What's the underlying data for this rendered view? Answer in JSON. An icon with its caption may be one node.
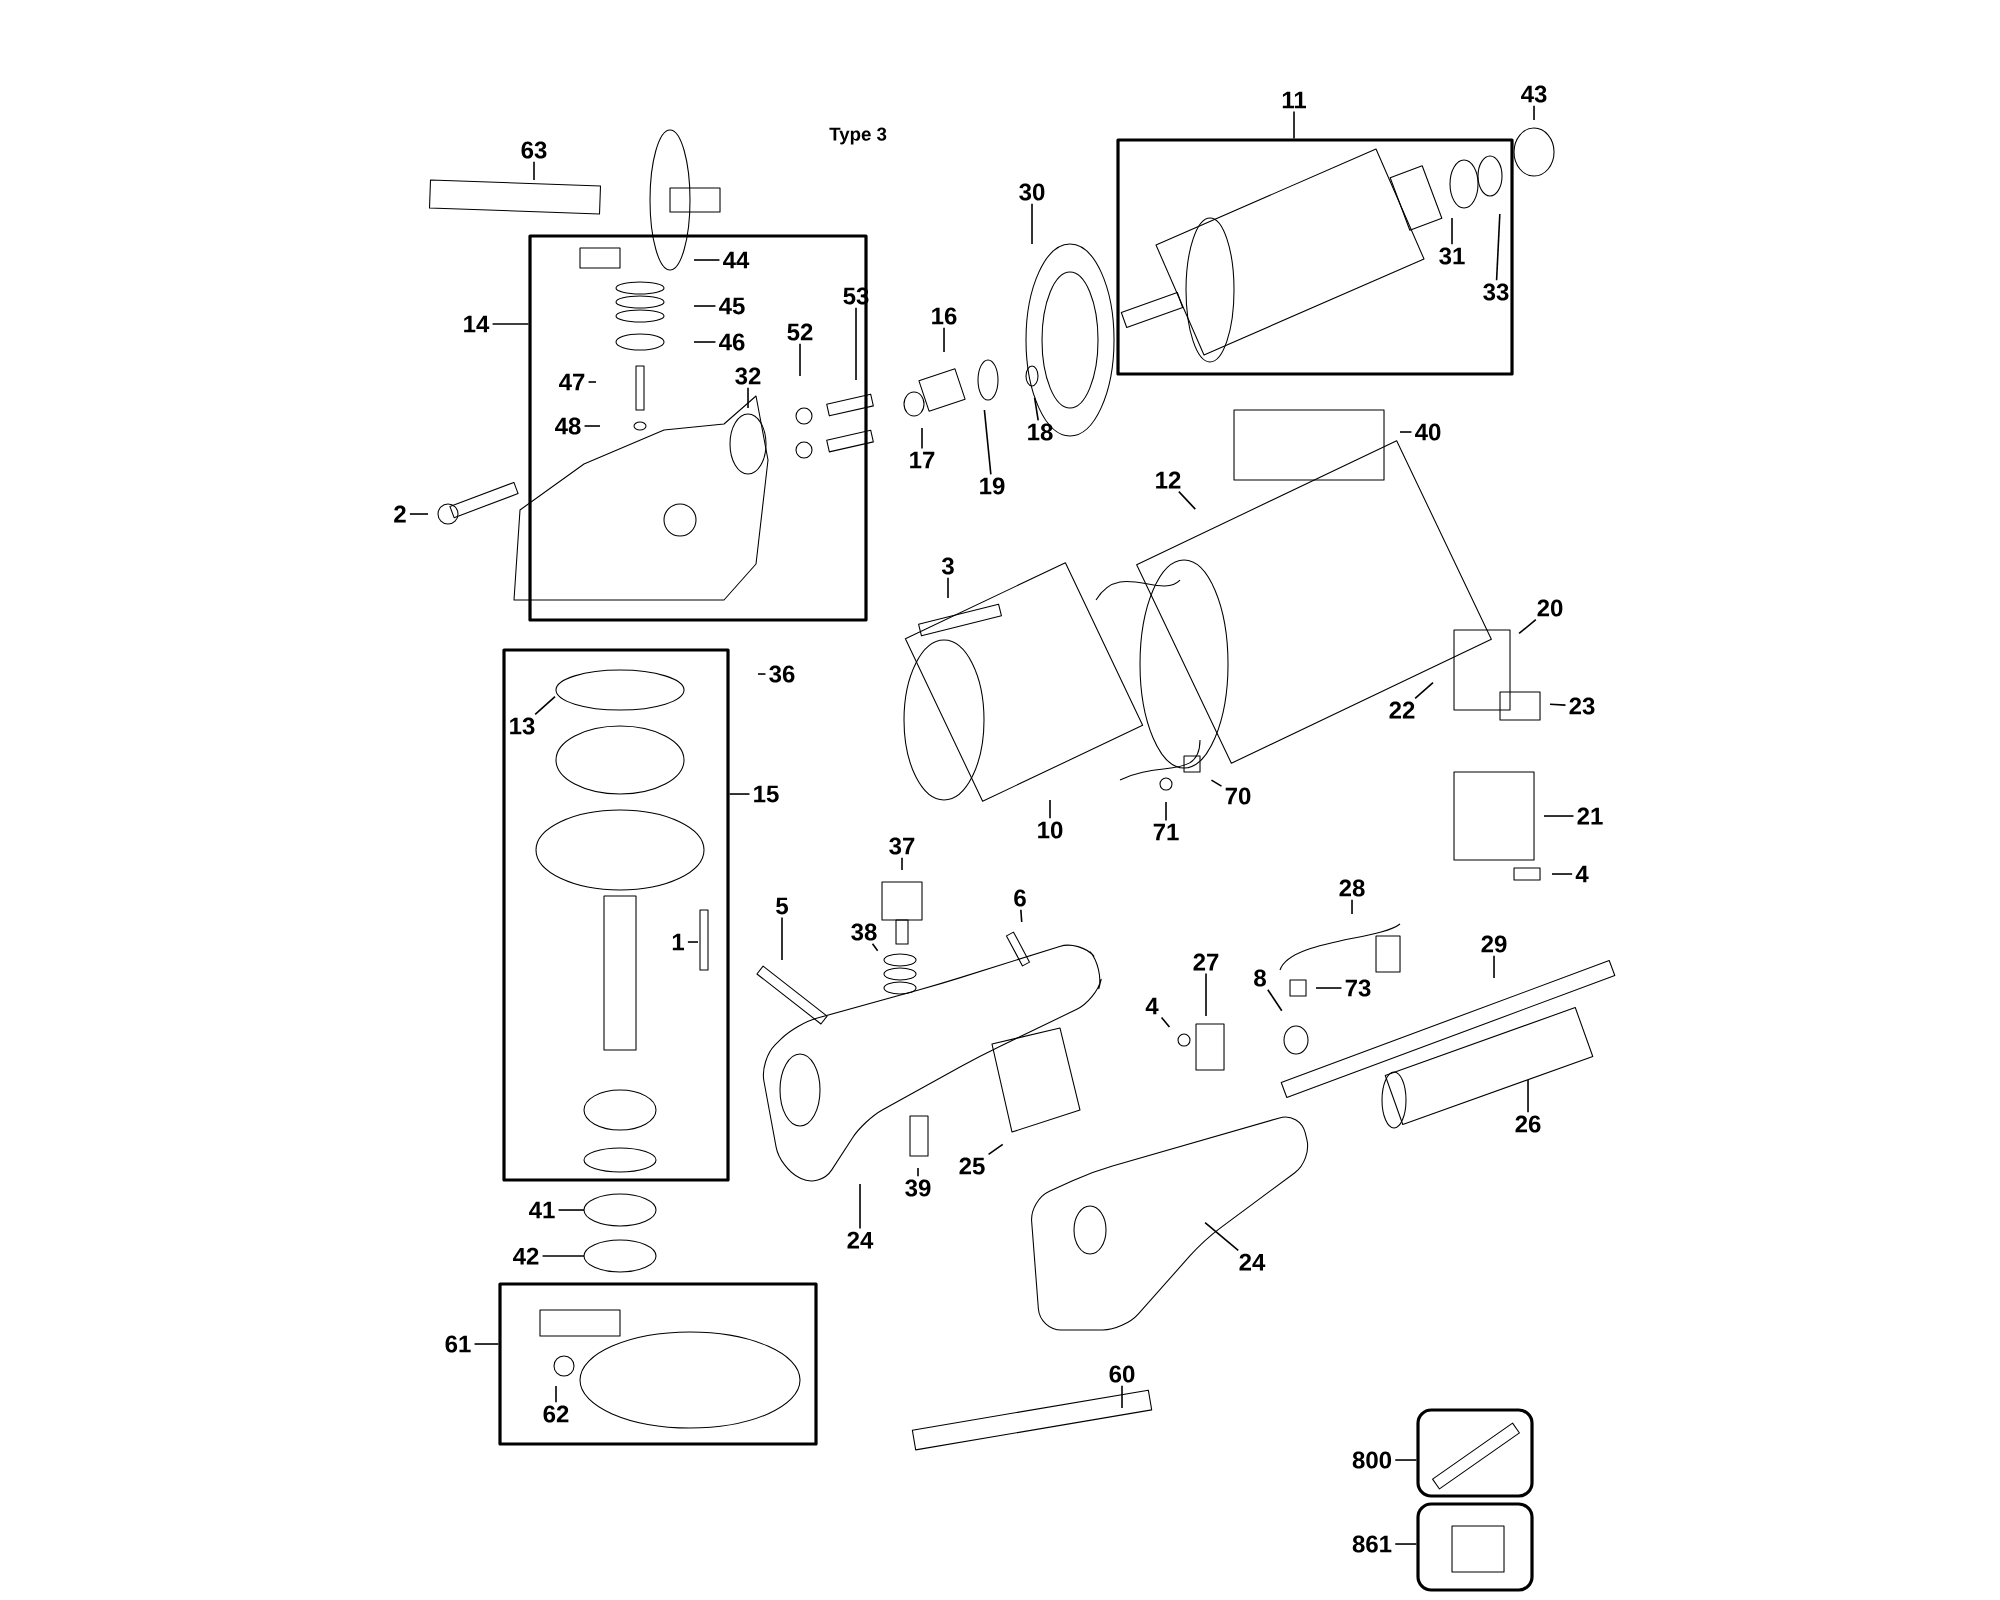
{
  "diagram": {
    "nodes": [
      {
        "text": [
          "63"
        ]
      },
      {
        "text": [
          "11"
        ]
      },
      {
        "text": [
          "43"
        ]
      },
      {
        "text": [],
        "shape": "box"
      },
      {
        "text": [
          "31"
        ],
        "in": 3
      },
      {
        "text": [
          "33"
        ],
        "in": 3
      },
      {
        "text": [],
        "shape": "box"
      },
      {
        "text": [
          "44"
        ],
        "in": 6
      },
      {
        "text": [
          "45"
        ],
        "in": 6
      },
      {
        "text": [
          "46"
        ],
        "in": 6
      },
      {
        "text": [
          "53"
        ],
        "in": 6
      },
      {
        "text": [
          "52"
        ],
        "in": 6
      },
      {
        "text": [
          "32"
        ],
        "in": 6
      },
      {
        "text": [
          "47"
        ],
        "in": 6
      },
      {
        "text": [
          "48"
        ],
        "in": 6
      },
      {
        "text": [
          "30"
        ]
      },
      {
        "text": [
          "14"
        ]
      },
      {
        "text": [
          "16"
        ]
      },
      {
        "text": [
          "18"
        ]
      },
      {
        "text": [
          "17"
        ]
      },
      {
        "text": [
          "19"
        ]
      },
      {
        "text": [
          "40"
        ]
      },
      {
        "text": [
          "12"
        ]
      },
      {
        "text": [
          "2"
        ]
      },
      {
        "text": [
          "3"
        ]
      },
      {
        "text": [
          "20"
        ]
      },
      {
        "text": [],
        "shape": "box"
      },
      {
        "text": [
          "13"
        ],
        "in": 26
      },
      {
        "text": [
          "1"
        ],
        "in": 26
      },
      {
        "text": [
          "36"
        ]
      },
      {
        "text": [
          "22"
        ]
      },
      {
        "text": [
          "23"
        ]
      },
      {
        "text": [
          "15"
        ]
      },
      {
        "text": [
          "21"
        ]
      },
      {
        "text": [
          "71"
        ]
      },
      {
        "text": [
          "70"
        ]
      },
      {
        "text": [
          "10"
        ]
      },
      {
        "text": [
          "4"
        ]
      },
      {
        "text": [
          "37"
        ]
      },
      {
        "text": [
          "6"
        ]
      },
      {
        "text": [
          "5"
        ]
      },
      {
        "text": [
          "28"
        ]
      },
      {
        "text": [
          "38"
        ]
      },
      {
        "text": [
          "29"
        ]
      },
      {
        "text": [
          "27"
        ]
      },
      {
        "text": [
          "4"
        ]
      },
      {
        "text": [
          "8"
        ]
      },
      {
        "text": [
          "73"
        ]
      },
      {
        "text": [
          "25"
        ]
      },
      {
        "text": [
          "39"
        ]
      },
      {
        "text": [
          "24"
        ]
      },
      {
        "text": [
          "26"
        ]
      },
      {
        "text": [
          "41"
        ]
      },
      {
        "text": [
          "24"
        ]
      },
      {
        "text": [
          "42"
        ]
      },
      {
        "text": [],
        "shape": "box"
      },
      {
        "text": [
          "61"
        ]
      },
      {
        "text": [
          "62"
        ],
        "in": 55
      },
      {
        "text": [
          "60"
        ]
      },
      {
        "text": [],
        "shape": "box"
      },
      {
        "text": [
          "800"
        ]
      },
      {
        "text": [],
        "shape": "box"
      },
      {
        "text": [
          "861"
        ]
      }
    ],
    "edges": [
      {
        "from": 0,
        "to": null,
        "arrow": "none"
      },
      {
        "from": 1,
        "to": 3,
        "arrow": "none"
      },
      {
        "from": 2,
        "to": null,
        "arrow": "none"
      },
      {
        "from": 4,
        "to": null,
        "arrow": "none"
      },
      {
        "from": 5,
        "to": null,
        "arrow": "none"
      },
      {
        "from": 7,
        "to": null,
        "arrow": "none"
      },
      {
        "from": 8,
        "to": null,
        "arrow": "none"
      },
      {
        "from": 9,
        "to": null,
        "arrow": "none"
      },
      {
        "from": 10,
        "to": null,
        "arrow": "none"
      },
      {
        "from": 11,
        "to": null,
        "arrow": "none"
      },
      {
        "from": 12,
        "to": null,
        "arrow": "none"
      },
      {
        "from": 13,
        "to": null,
        "arrow": "none"
      },
      {
        "from": 14,
        "to": null,
        "arrow": "none"
      },
      {
        "from": 15,
        "to": null,
        "arrow": "none"
      },
      {
        "from": 16,
        "to": 6,
        "arrow": "none"
      },
      {
        "from": 17,
        "to": null,
        "arrow": "none"
      },
      {
        "from": 18,
        "to": null,
        "arrow": "none"
      },
      {
        "from": 19,
        "to": null,
        "arrow": "none"
      },
      {
        "from": 20,
        "to": null,
        "arrow": "none"
      },
      {
        "from": 21,
        "to": null,
        "arrow": "none"
      },
      {
        "from": 22,
        "to": null,
        "arrow": "none"
      },
      {
        "from": 23,
        "to": null,
        "arrow": "none"
      },
      {
        "from": 24,
        "to": null,
        "arrow": "none"
      },
      {
        "from": 25,
        "to": null,
        "arrow": "none"
      },
      {
        "from": 27,
        "to": null,
        "arrow": "none"
      },
      {
        "from": 28,
        "to": null,
        "arrow": "none"
      },
      {
        "from": 29,
        "to": null,
        "arrow": "none"
      },
      {
        "from": 30,
        "to": null,
        "arrow": "none"
      },
      {
        "from": 31,
        "to": null,
        "arrow": "none"
      },
      {
        "from": 32,
        "to": 26,
        "arrow": "none"
      },
      {
        "from": 33,
        "to": null,
        "arrow": "none"
      },
      {
        "from": 34,
        "to": null,
        "arrow": "none"
      },
      {
        "from": 35,
        "to": null,
        "arrow": "none"
      },
      {
        "from": 36,
        "to": null,
        "arrow": "none"
      },
      {
        "from": 37,
        "to": null,
        "arrow": "none"
      },
      {
        "from": 38,
        "to": null,
        "arrow": "none"
      },
      {
        "from": 39,
        "to": null,
        "arrow": "none"
      },
      {
        "from": 40,
        "to": null,
        "arrow": "none"
      },
      {
        "from": 41,
        "to": null,
        "arrow": "none"
      },
      {
        "from": 42,
        "to": null,
        "arrow": "none"
      },
      {
        "from": 43,
        "to": null,
        "arrow": "none"
      },
      {
        "from": 44,
        "to": null,
        "arrow": "none"
      },
      {
        "from": 45,
        "to": null,
        "arrow": "none"
      },
      {
        "from": 46,
        "to": null,
        "arrow": "none"
      },
      {
        "from": 47,
        "to": null,
        "arrow": "none"
      },
      {
        "from": 48,
        "to": null,
        "arrow": "none"
      },
      {
        "from": 49,
        "to": null,
        "arrow": "none"
      },
      {
        "from": 50,
        "to": null,
        "arrow": "none"
      },
      {
        "from": 51,
        "to": null,
        "arrow": "none"
      },
      {
        "from": 52,
        "to": null,
        "arrow": "none"
      },
      {
        "from": 53,
        "to": null,
        "arrow": "none"
      },
      {
        "from": 54,
        "to": null,
        "arrow": "none"
      },
      {
        "from": 56,
        "to": 55,
        "arrow": "none"
      },
      {
        "from": 57,
        "to": null,
        "arrow": "none"
      },
      {
        "from": 58,
        "to": null,
        "arrow": "none"
      },
      {
        "from": 60,
        "to": 59,
        "arrow": "none"
      },
      {
        "from": 62,
        "to": 61,
        "arrow": "none"
      }
    ],
    "labels": [
      "Type 3"
    ]
  }
}
